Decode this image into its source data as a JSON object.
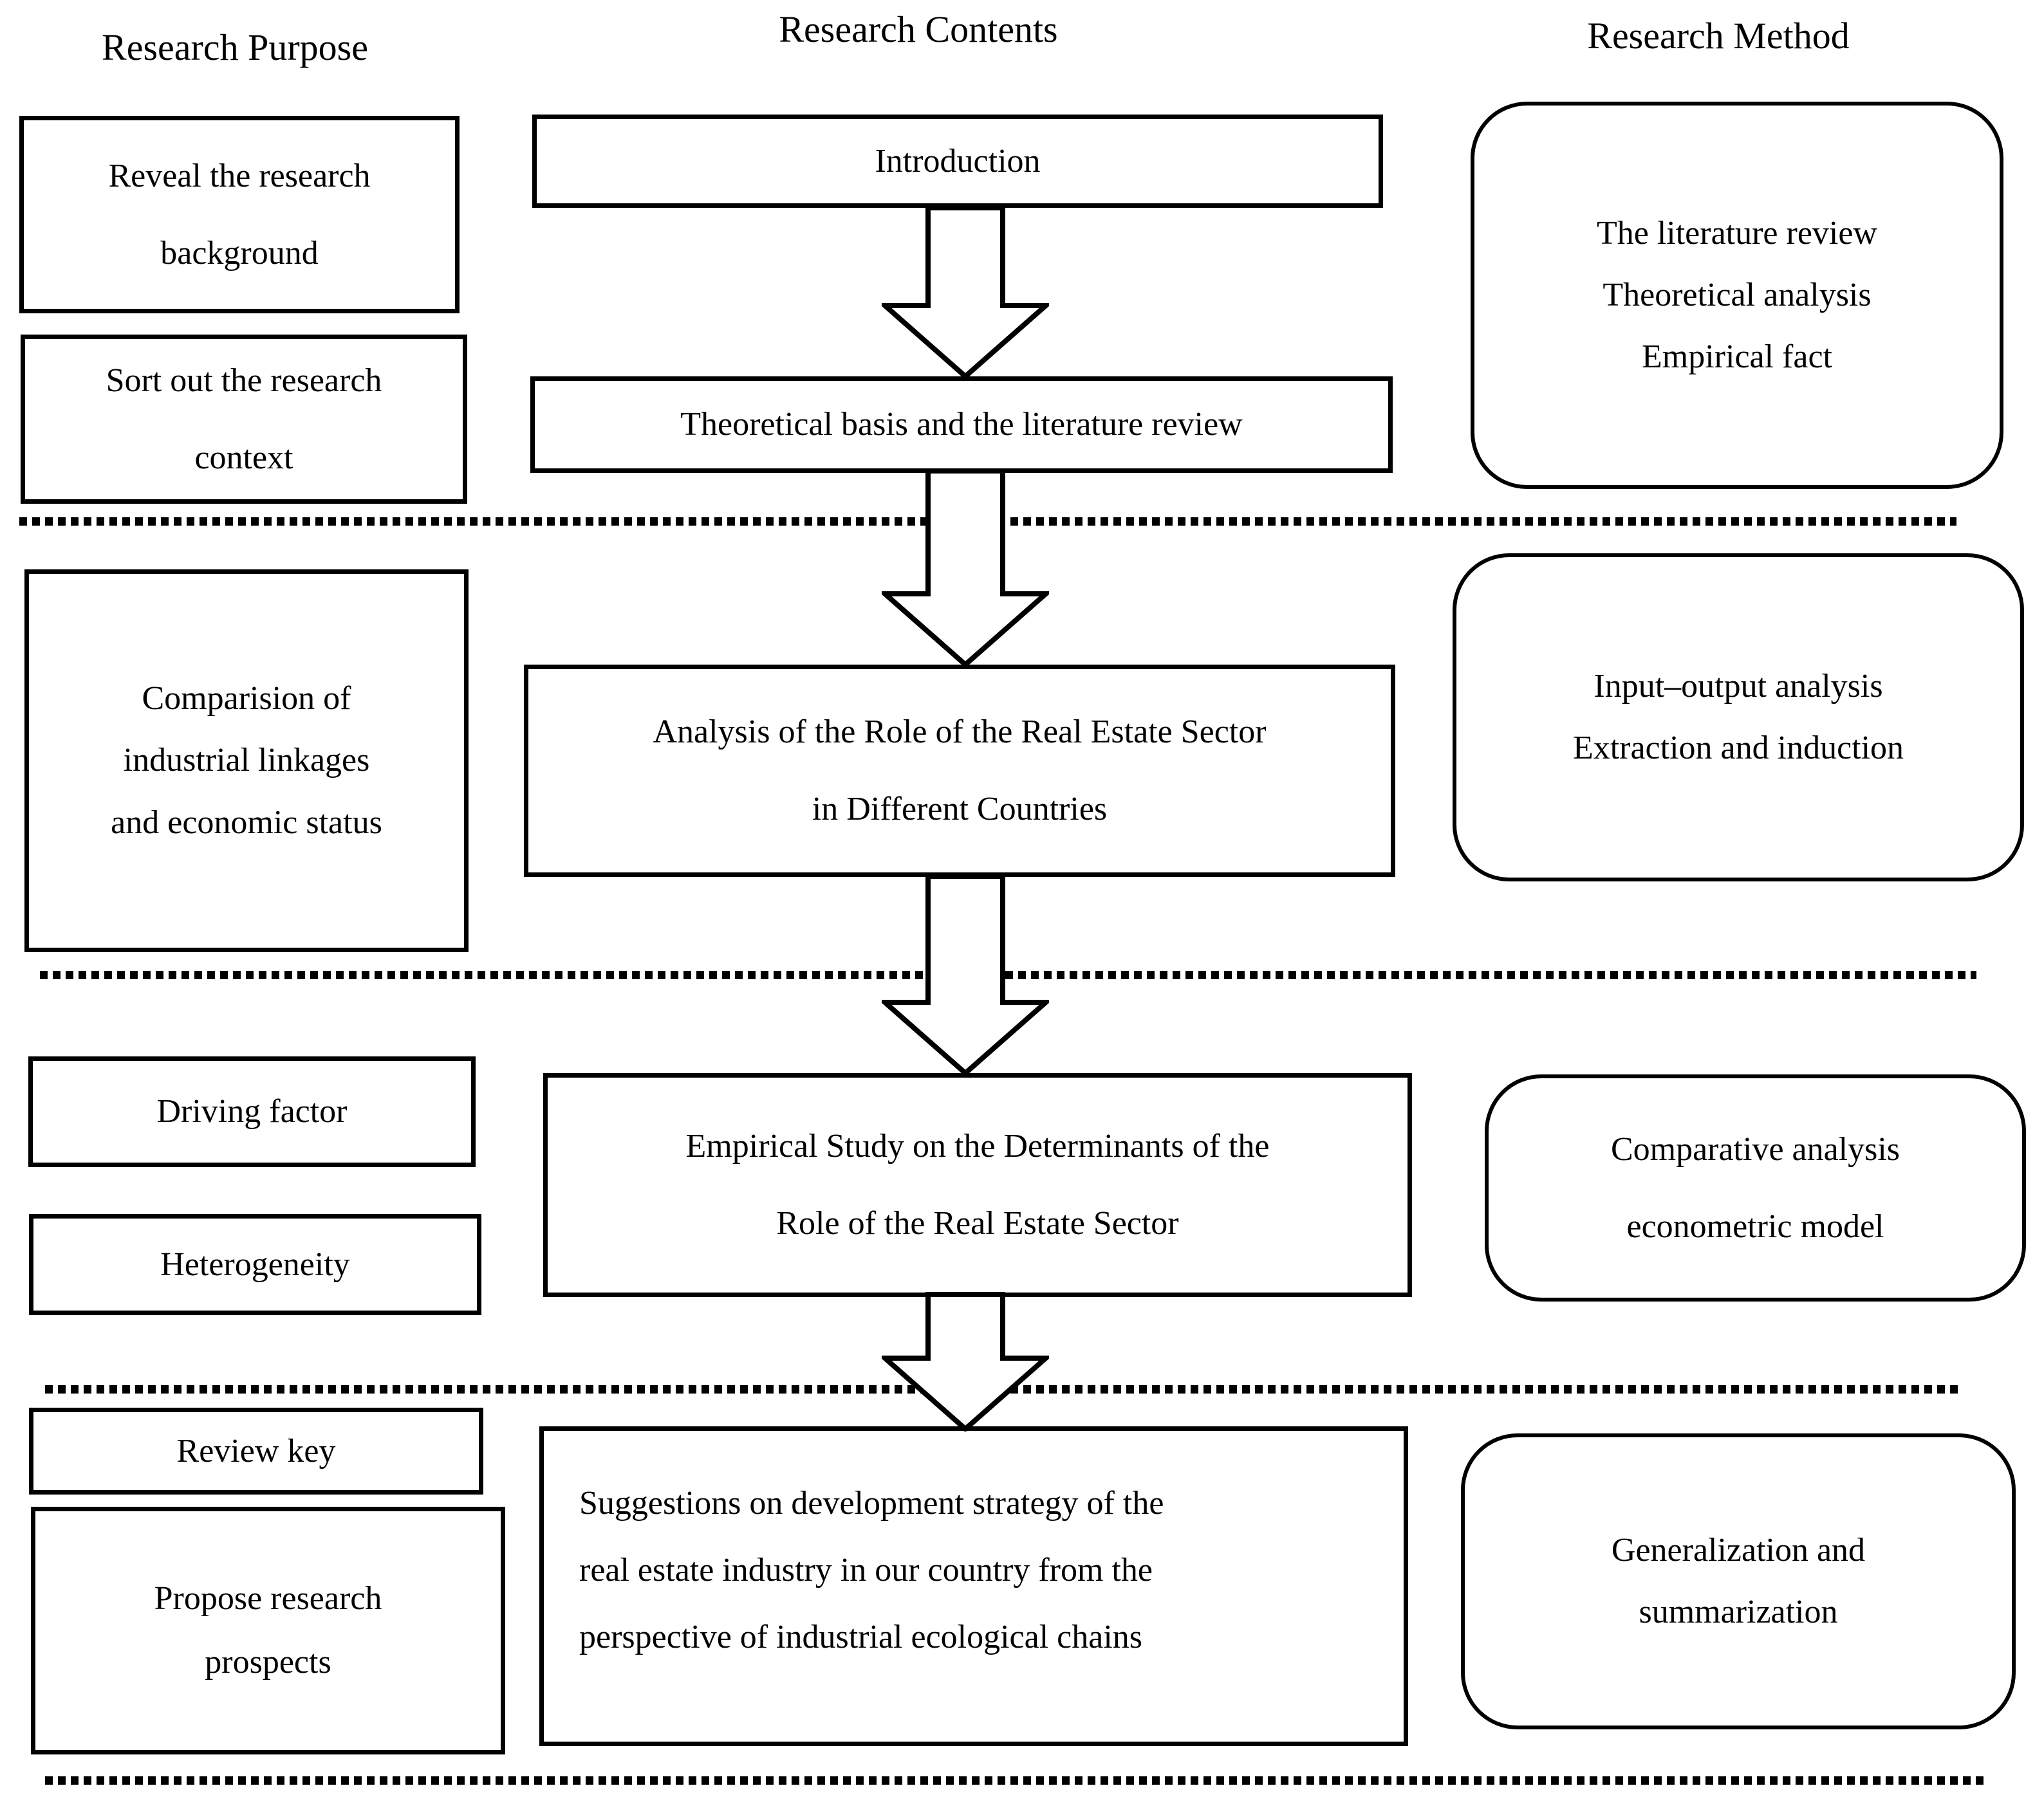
{
  "headers": {
    "purpose": "Research Purpose",
    "contents": "Research Contents",
    "method": "Research Method"
  },
  "purpose": {
    "reveal": "Reveal the research\nbackground",
    "sort": "Sort out the research\ncontext",
    "comparision": "Comparision of\nindustrial linkages\nand economic status",
    "driving": "Driving factor",
    "heterogeneity": "Heterogeneity",
    "review": "Review key",
    "propose": "Propose research\nprospects"
  },
  "contents": {
    "introduction": "Introduction",
    "theoretical": "Theoretical basis and the literature review",
    "analysis": "Analysis of the Role of the Real Estate Sector\nin Different Countries",
    "empirical": "Empirical Study on the Determinants of the\nRole of the Real Estate Sector",
    "suggestions": "Suggestions on development strategy of the\nreal estate industry in our country from the\nperspective of industrial ecological chains"
  },
  "methods": {
    "m1": "The literature review\nTheoretical analysis\nEmpirical fact",
    "m2": "Input–output analysis\nExtraction and induction",
    "m3": "Comparative analysis\neconometric model",
    "m4": "Generalization and\nsummarization"
  }
}
